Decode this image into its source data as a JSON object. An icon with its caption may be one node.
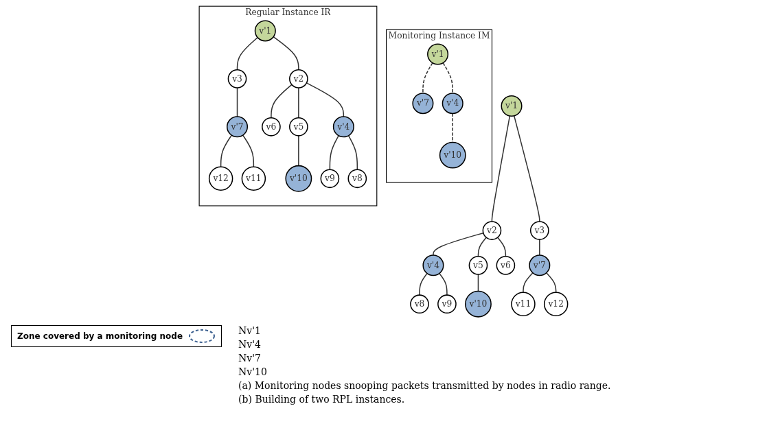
{
  "diagram": {
    "nodes": [
      {
        "text": [
          "v'1"
        ]
      },
      {
        "text": [
          "v2"
        ]
      },
      {
        "text": [
          "v3"
        ]
      },
      {
        "text": [
          "v'4"
        ]
      },
      {
        "text": [
          "v5"
        ]
      },
      {
        "text": [
          "v6"
        ]
      },
      {
        "text": [
          "v'7"
        ]
      },
      {
        "text": [
          "v8"
        ]
      },
      {
        "text": [
          "v9"
        ]
      },
      {
        "text": [
          "v'10"
        ]
      },
      {
        "text": [
          "v11"
        ]
      },
      {
        "text": [
          "v12"
        ]
      },
      {
        "text": [
          "Monitoring Instance IM"
        ]
      },
      {
        "text": [
          "v'1"
        ],
        "in": 12
      },
      {
        "text": [
          "v'7"
        ],
        "in": 12
      },
      {
        "text": [
          "v'4"
        ],
        "in": 12
      },
      {
        "text": [
          "v'10"
        ],
        "in": 12
      },
      {
        "text": [
          "Regular Instance IR"
        ]
      },
      {
        "text": [
          "v'1"
        ],
        "in": 17
      },
      {
        "text": [
          "v3"
        ],
        "in": 17
      },
      {
        "text": [
          "v'7"
        ],
        "in": 17
      },
      {
        "text": [
          "v2"
        ],
        "in": 17
      },
      {
        "text": [
          "v6"
        ],
        "in": 17
      },
      {
        "text": [
          "v12"
        ],
        "in": 17
      },
      {
        "text": [
          "v11"
        ],
        "in": 17
      },
      {
        "text": [
          "v5"
        ],
        "in": 17
      },
      {
        "text": [
          "v'10"
        ],
        "in": 17
      },
      {
        "text": [
          "v'4"
        ],
        "in": 17
      },
      {
        "text": [
          "v9"
        ],
        "in": 17
      },
      {
        "text": [
          "v8"
        ],
        "in": 17
      }
    ],
    "edges": [
      {
        "from": 0,
        "to": 1,
        "arrow": "none"
      },
      {
        "from": 0,
        "to": 2,
        "arrow": "none"
      },
      {
        "from": 1,
        "to": 3,
        "arrow": "none"
      },
      {
        "from": 1,
        "to": 4,
        "arrow": "none"
      },
      {
        "from": 1,
        "to": 5,
        "arrow": "none"
      },
      {
        "from": 2,
        "to": 6,
        "arrow": "none"
      },
      {
        "from": 3,
        "to": 7,
        "arrow": "none"
      },
      {
        "from": 3,
        "to": 8,
        "arrow": "none"
      },
      {
        "from": 4,
        "to": 9,
        "arrow": "none"
      },
      {
        "from": 6,
        "to": 10,
        "arrow": "none"
      },
      {
        "from": 6,
        "to": 11,
        "arrow": "none"
      },
      {
        "from": 13,
        "to": 14,
        "arrow": "none",
        "style": "dashed"
      },
      {
        "from": 13,
        "to": 15,
        "arrow": "none",
        "style": "dashed"
      },
      {
        "from": 15,
        "to": 16,
        "arrow": "none",
        "style": "dashed"
      },
      {
        "from": 18,
        "to": 19,
        "arrow": "none"
      },
      {
        "from": 18,
        "to": 21,
        "arrow": "none"
      },
      {
        "from": 19,
        "to": 20,
        "arrow": "none"
      },
      {
        "from": 20,
        "to": 23,
        "arrow": "none"
      },
      {
        "from": 20,
        "to": 24,
        "arrow": "none"
      },
      {
        "from": 21,
        "to": 22,
        "arrow": "none"
      },
      {
        "from": 21,
        "to": 27,
        "arrow": "none"
      },
      {
        "from": 21,
        "to": 25,
        "arrow": "none"
      },
      {
        "from": 25,
        "to": 26,
        "arrow": "none"
      },
      {
        "from": 27,
        "to": 28,
        "arrow": "none"
      },
      {
        "from": 27,
        "to": 29,
        "arrow": "none"
      }
    ],
    "labels": [
      "Nv'1",
      "Nv'4",
      "Nv'7",
      "Nv'10",
      "(a) Monitoring nodes snooping packets transmitted by nodes in radio range.",
      "(b) Building of two RPL instances."
    ],
    "legend": [
      {
        "text": "Zone covered by a monitoring node"
      }
    ]
  }
}
